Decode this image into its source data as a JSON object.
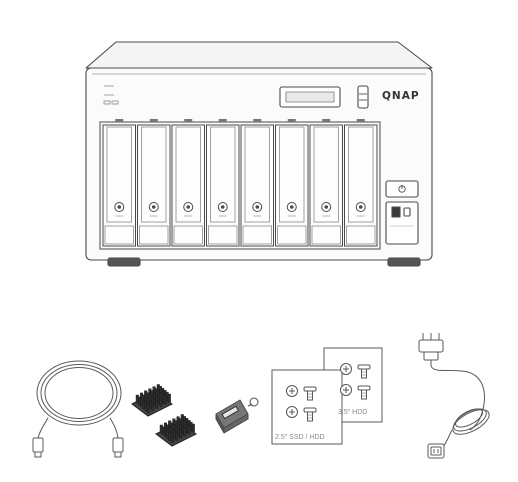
{
  "device": {
    "brand": "QNAP",
    "bay_count": 8
  },
  "accessories": {
    "screw_box_large_label": "3.5\" HDD",
    "screw_box_small_label": "2.5\" SSD / HDD"
  },
  "icons": [
    "nas-device-icon",
    "ethernet-cable-icon",
    "heatsink-icon",
    "tray-key-icon",
    "screw-kit-icon",
    "power-cord-icon"
  ]
}
